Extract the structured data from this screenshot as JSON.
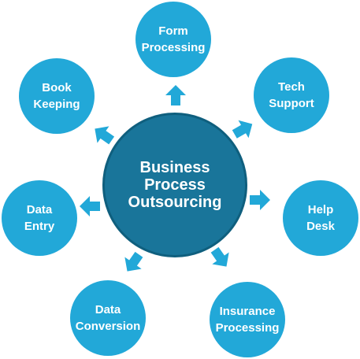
{
  "colors": {
    "satellite_fill": "#22a8d8",
    "center_fill": "#19759a",
    "center_border": "#0f5f7e",
    "arrow_fill": "#22a8d8",
    "text": "#ffffff"
  },
  "center": {
    "line1": "Business",
    "line2": "Process",
    "line3": "Outsourcing"
  },
  "nodes": {
    "form_processing": {
      "line1": "Form",
      "line2": "Processing"
    },
    "tech_support": {
      "line1": "Tech",
      "line2": "Support"
    },
    "help_desk": {
      "line1": "Help",
      "line2": "Desk"
    },
    "insurance_processing": {
      "line1": "Insurance",
      "line2": "Processing"
    },
    "data_conversion": {
      "line1": "Data",
      "line2": "Conversion"
    },
    "data_entry": {
      "line1": "Data",
      "line2": "Entry"
    },
    "book_keeping": {
      "line1": "Book",
      "line2": "Keeping"
    }
  }
}
